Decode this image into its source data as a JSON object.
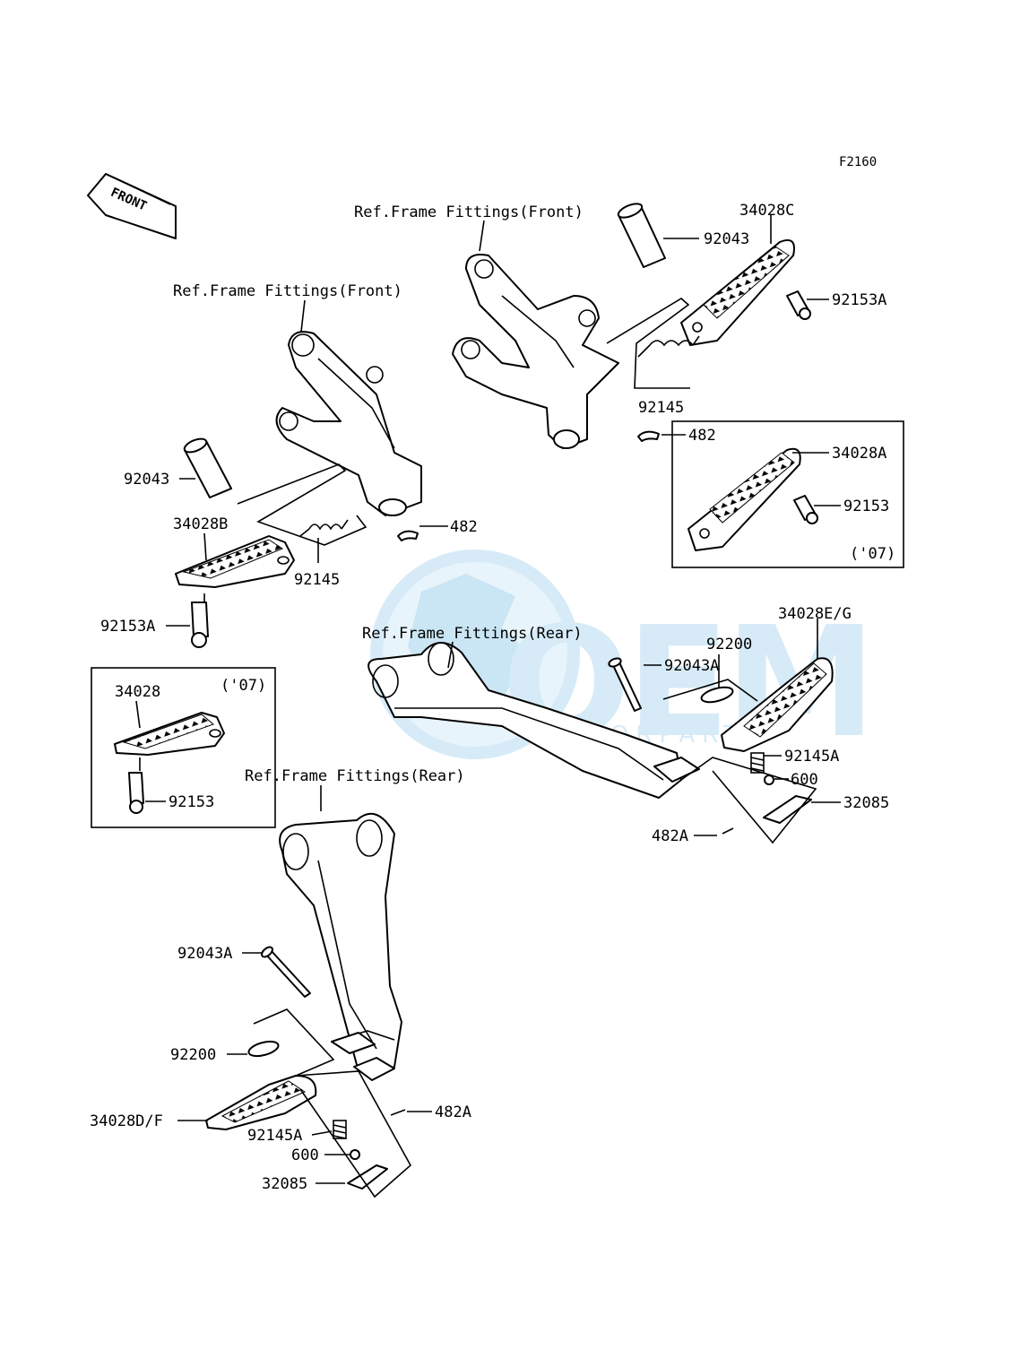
{
  "diagram": {
    "code": "F2160",
    "direction_arrow": "FRONT",
    "watermark": {
      "logo_icon": "globe-icon",
      "brand": "OEM",
      "tagline": "MOTORPARTS",
      "color": "#9fd0ec"
    },
    "references": {
      "front_right": "Ref.Frame Fittings(Front)",
      "front_left": "Ref.Frame Fittings(Front)",
      "rear_right": "Ref.Frame Fittings(Rear)",
      "rear_left": "Ref.Frame Fittings(Rear)"
    },
    "inset_year": "('07)",
    "callouts": {
      "p92043_a": "92043",
      "p34028C": "34028C",
      "p92153A_a": "92153A",
      "p92145_a": "92145",
      "p482_a": "482",
      "p34028A": "34028A",
      "p92153_a": "92153",
      "inset_year_a": "('07)",
      "p92043_b": "92043",
      "p34028B": "34028B",
      "p482_b": "482",
      "p92145_b": "92145",
      "p92153A_b": "92153A",
      "p34028": "34028",
      "inset_year_b": "('07)",
      "p92153_b": "92153",
      "p92200_a": "92200",
      "p92043A_a": "92043A",
      "p34028EG": "34028E/G",
      "p92145A_a": "92145A",
      "p600_a": "600",
      "p32085_a": "32085",
      "p482A_a": "482A",
      "p92043A_b": "92043A",
      "p92200_b": "92200",
      "p34028DF": "34028D/F",
      "p92145A_b": "92145A",
      "p600_b": "600",
      "p32085_b": "32085",
      "p482A_b": "482A"
    }
  }
}
